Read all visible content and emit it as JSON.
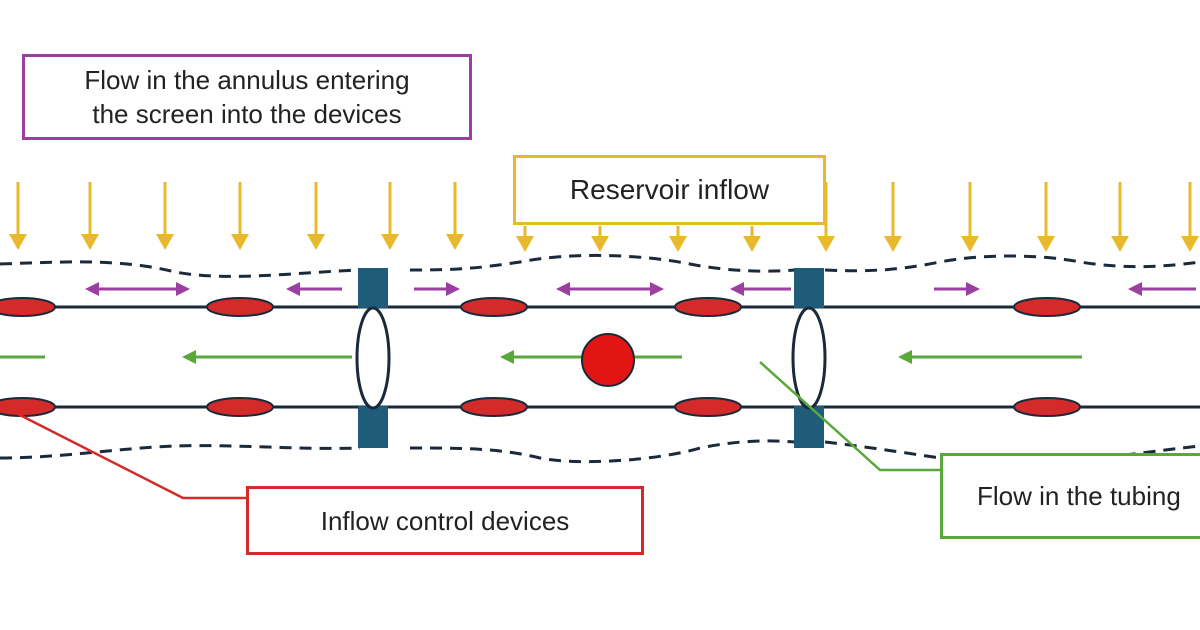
{
  "labels": {
    "annulus_line1": "Flow in the annulus entering",
    "annulus_line2": "the screen into the devices",
    "reservoir": "Reservoir inflow",
    "icd": "Inflow control devices",
    "tubing": "Flow in the tubing"
  },
  "colors": {
    "annulus": "#9b3fa0",
    "reservoir": "#e8b92a",
    "icd": "#d42a2a",
    "tubing": "#5aa83c",
    "packer": "#1f5c7a",
    "pipe": "#1a2a3a"
  }
}
